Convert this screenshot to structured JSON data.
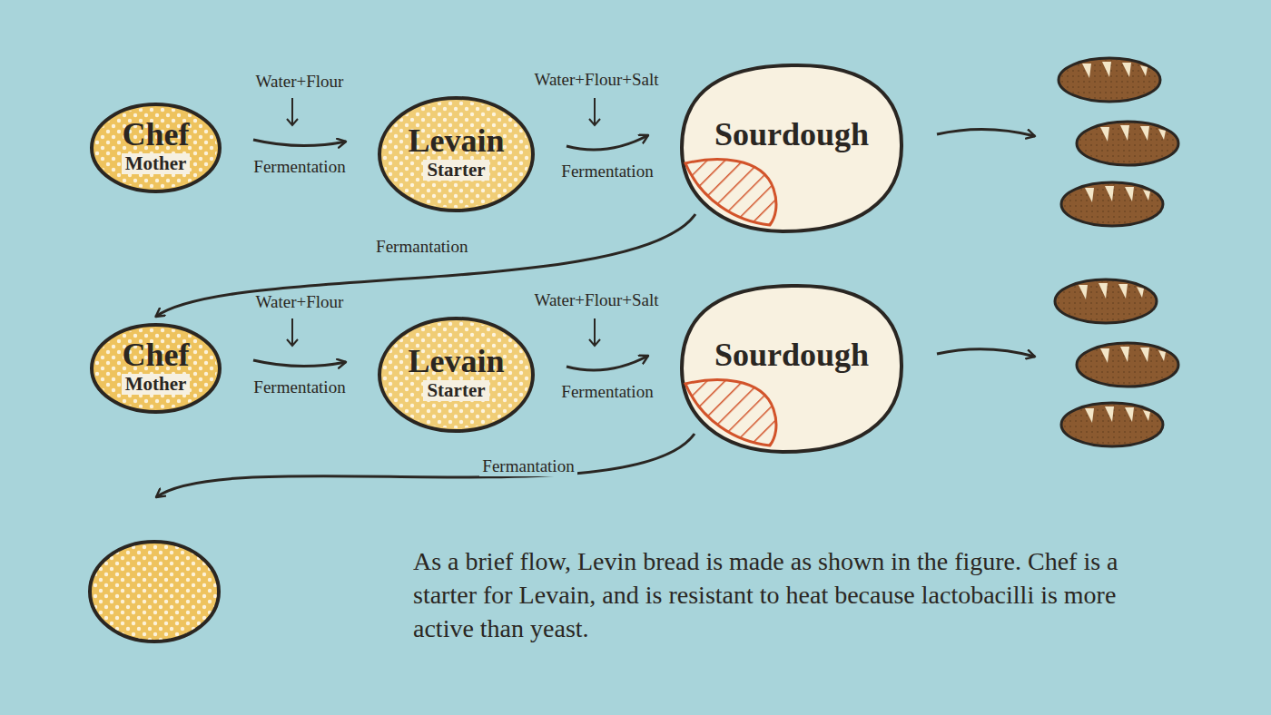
{
  "diagram": {
    "caption": "As a brief flow, Levin bread is made as shown in the figure. Chef is a starter for Levain, and is resistant to heat because lactobacilli is more active than yeast.",
    "nodes": [
      {
        "text": [
          "Chef",
          "Mother"
        ]
      },
      {
        "text": [
          "Levain",
          "Starter"
        ]
      },
      {
        "text": [
          "Sourdough"
        ]
      },
      {
        "text": [
          "Chef",
          "Mother"
        ]
      },
      {
        "text": [
          "Levain",
          "Starter"
        ]
      },
      {
        "text": [
          "Sourdough"
        ]
      }
    ],
    "edges": [
      {
        "from": 0,
        "to": 1,
        "arrow": "to",
        "label": "Fermentation"
      },
      {
        "from": 1,
        "to": 2,
        "arrow": "to",
        "label": "Fermentation"
      },
      {
        "from": 2,
        "to": 3,
        "arrow": "to",
        "label": "Fermantation"
      },
      {
        "from": 3,
        "to": 4,
        "arrow": "to",
        "label": "Fermentation"
      },
      {
        "from": 4,
        "to": 5,
        "arrow": "to",
        "label": "Fermentation"
      }
    ],
    "labels": [
      "Water+Flour",
      "Water+Flour+Salt",
      "Water+Flour",
      "Water+Flour+Salt",
      "Fermantation"
    ]
  }
}
